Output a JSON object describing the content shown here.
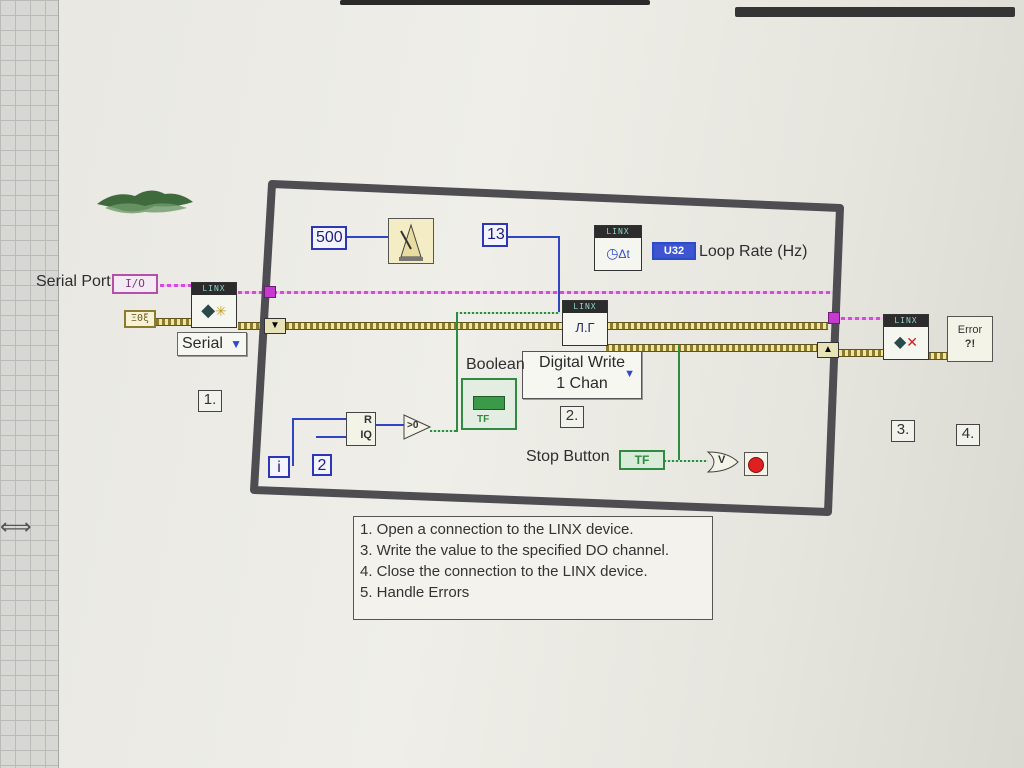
{
  "controls": {
    "serial_port_label": "Serial Port",
    "serial_port_value": "I/O",
    "wait_ms": "500",
    "channel": "13",
    "loop_rate_type": "U32",
    "loop_rate_label": "Loop Rate (Hz)",
    "serial_selector": "Serial",
    "boolean_label": "Boolean",
    "boolean_value": "TF",
    "digital_write_line1": "Digital Write",
    "digital_write_line2": "1 Chan",
    "stop_label": "Stop Button",
    "stop_value": "TF",
    "iteration": "i",
    "divisor": "2",
    "quotient_r": "R",
    "quotient_iq": "IQ",
    "compare": ">0",
    "or_label": "V",
    "error_text": "Error",
    "error_symbol": "?!",
    "linx": "LINX",
    "delta_t": "Δt",
    "write_glyph": "Л.Г",
    "error_cluster": "Ξ0ξ"
  },
  "step_labels": [
    "1.",
    "2.",
    "3.",
    "4."
  ],
  "comments": [
    "1. Open a connection to the LINX device.",
    "3. Write the value to the specified DO channel.",
    "4. Close the connection to the LINX device.",
    "5. Handle Errors"
  ],
  "colors": {
    "wire_error": "#8c7a2e",
    "wire_resource": "#d24ed8",
    "wire_numeric": "#2f45c2",
    "wire_boolean": "#2f8a42",
    "stop_red": "#e02020"
  },
  "icons": [
    "metronome-icon",
    "linx-open-icon",
    "linx-write-icon",
    "linx-close-icon",
    "loop-rate-icon",
    "error-handler-icon",
    "stop-condition-icon",
    "resize-arrow-icon"
  ]
}
